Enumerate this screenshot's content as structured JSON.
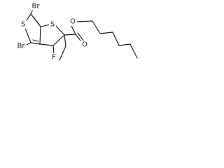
{
  "molecule": {
    "atoms": {
      "br_top": "Br",
      "s_left": "S",
      "s_right": "S",
      "br_left": "Br",
      "f": "F",
      "o_ester": "O",
      "o_carbonyl": "O"
    }
  }
}
